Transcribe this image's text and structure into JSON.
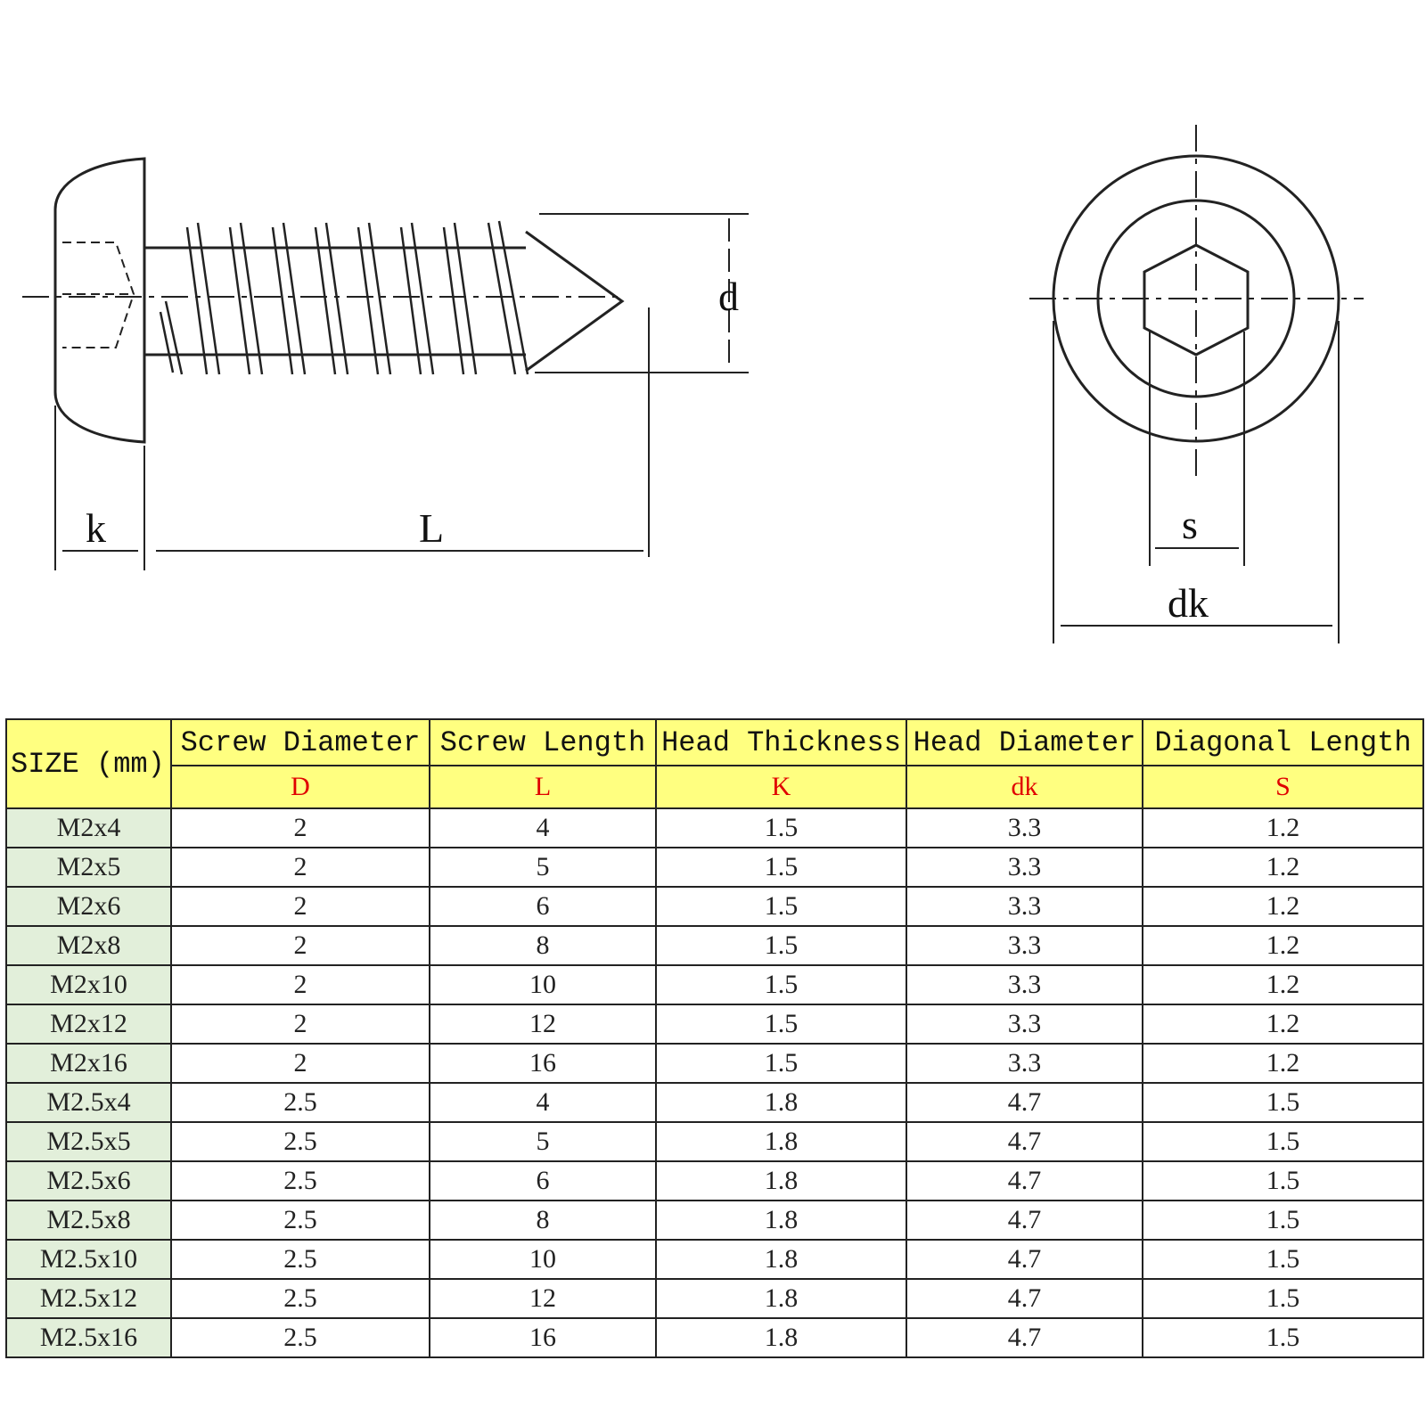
{
  "diagram": {
    "labels": {
      "k": "k",
      "L": "L",
      "d": "d",
      "s": "s",
      "dk": "dk"
    }
  },
  "colors": {
    "header_bg": "#ffff80",
    "size_col_bg": "#e2efda",
    "symbol_red": "#e00000",
    "line": "#222222"
  },
  "table": {
    "size_header": "SIZE (mm)",
    "columns": [
      {
        "name": "Screw Diameter",
        "symbol": "D"
      },
      {
        "name": "Screw Length",
        "symbol": "L"
      },
      {
        "name": "Head Thickness",
        "symbol": "K"
      },
      {
        "name": "Head Diameter",
        "symbol": "dk"
      },
      {
        "name": "Diagonal Length",
        "symbol": "S"
      }
    ],
    "rows": [
      {
        "size": "M2x4",
        "values": [
          "2",
          "4",
          "1.5",
          "3.3",
          "1.2"
        ]
      },
      {
        "size": "M2x5",
        "values": [
          "2",
          "5",
          "1.5",
          "3.3",
          "1.2"
        ]
      },
      {
        "size": "M2x6",
        "values": [
          "2",
          "6",
          "1.5",
          "3.3",
          "1.2"
        ]
      },
      {
        "size": "M2x8",
        "values": [
          "2",
          "8",
          "1.5",
          "3.3",
          "1.2"
        ]
      },
      {
        "size": "M2x10",
        "values": [
          "2",
          "10",
          "1.5",
          "3.3",
          "1.2"
        ]
      },
      {
        "size": "M2x12",
        "values": [
          "2",
          "12",
          "1.5",
          "3.3",
          "1.2"
        ]
      },
      {
        "size": "M2x16",
        "values": [
          "2",
          "16",
          "1.5",
          "3.3",
          "1.2"
        ]
      },
      {
        "size": "M2.5x4",
        "values": [
          "2.5",
          "4",
          "1.8",
          "4.7",
          "1.5"
        ]
      },
      {
        "size": "M2.5x5",
        "values": [
          "2.5",
          "5",
          "1.8",
          "4.7",
          "1.5"
        ]
      },
      {
        "size": "M2.5x6",
        "values": [
          "2.5",
          "6",
          "1.8",
          "4.7",
          "1.5"
        ]
      },
      {
        "size": "M2.5x8",
        "values": [
          "2.5",
          "8",
          "1.8",
          "4.7",
          "1.5"
        ]
      },
      {
        "size": "M2.5x10",
        "values": [
          "2.5",
          "10",
          "1.8",
          "4.7",
          "1.5"
        ]
      },
      {
        "size": "M2.5x12",
        "values": [
          "2.5",
          "12",
          "1.8",
          "4.7",
          "1.5"
        ]
      },
      {
        "size": "M2.5x16",
        "values": [
          "2.5",
          "16",
          "1.8",
          "4.7",
          "1.5"
        ]
      }
    ]
  }
}
